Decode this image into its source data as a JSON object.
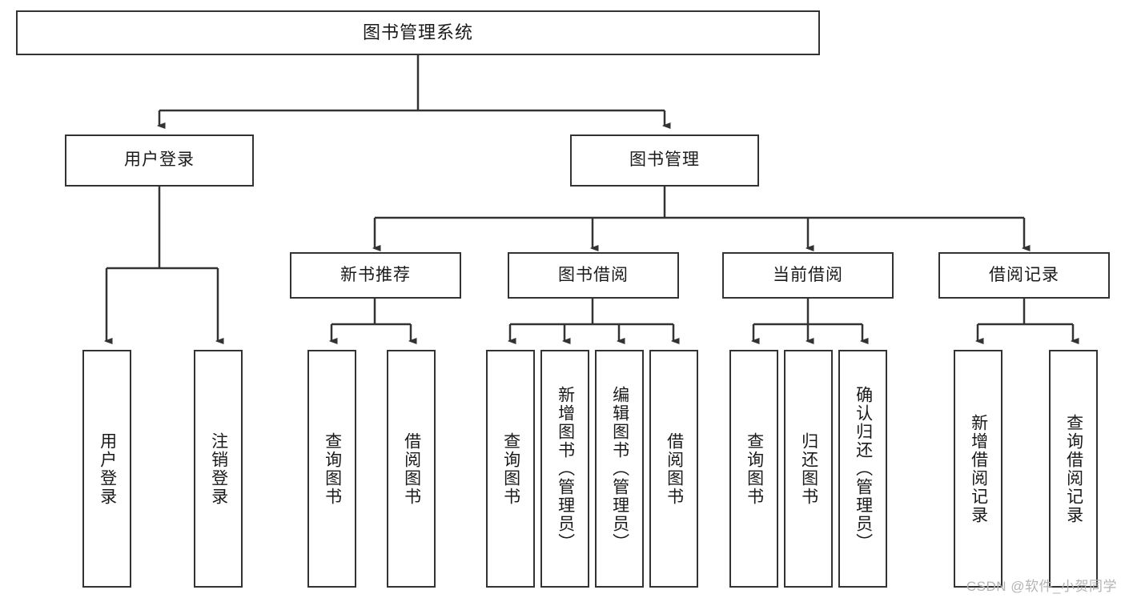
{
  "diagram": {
    "type": "tree-hierarchy-chart",
    "title": "图书管理系统",
    "colors": {
      "box_border": "#333333",
      "box_fill": "#ffffff",
      "connector": "#333333",
      "text": "#1a1a1a",
      "watermark": "#b4b4b4",
      "background": "#ffffff"
    },
    "root": {
      "label": "图书管理系统"
    },
    "level2": [
      {
        "label": "用户登录"
      },
      {
        "label": "图书管理"
      }
    ],
    "level3": [
      {
        "label": "新书推荐"
      },
      {
        "label": "图书借阅"
      },
      {
        "label": "当前借阅"
      },
      {
        "label": "借阅记录"
      }
    ],
    "leaves": {
      "user_login": [
        {
          "label": "用户登录"
        },
        {
          "label": "注销登录"
        }
      ],
      "new_book_recommend": [
        {
          "label": "查询图书"
        },
        {
          "label": "借阅图书"
        }
      ],
      "book_borrow": [
        {
          "label": "查询图书"
        },
        {
          "label": "新增图书（管理员）"
        },
        {
          "label": "编辑图书（管理员）"
        },
        {
          "label": "借阅图书"
        }
      ],
      "current_borrow": [
        {
          "label": "查询图书"
        },
        {
          "label": "归还图书"
        },
        {
          "label": "确认归还（管理员）"
        }
      ],
      "borrow_record": [
        {
          "label": "新增借阅记录"
        },
        {
          "label": "查询借阅记录"
        }
      ]
    },
    "watermark": "CSDN @软件_小贺同学"
  }
}
